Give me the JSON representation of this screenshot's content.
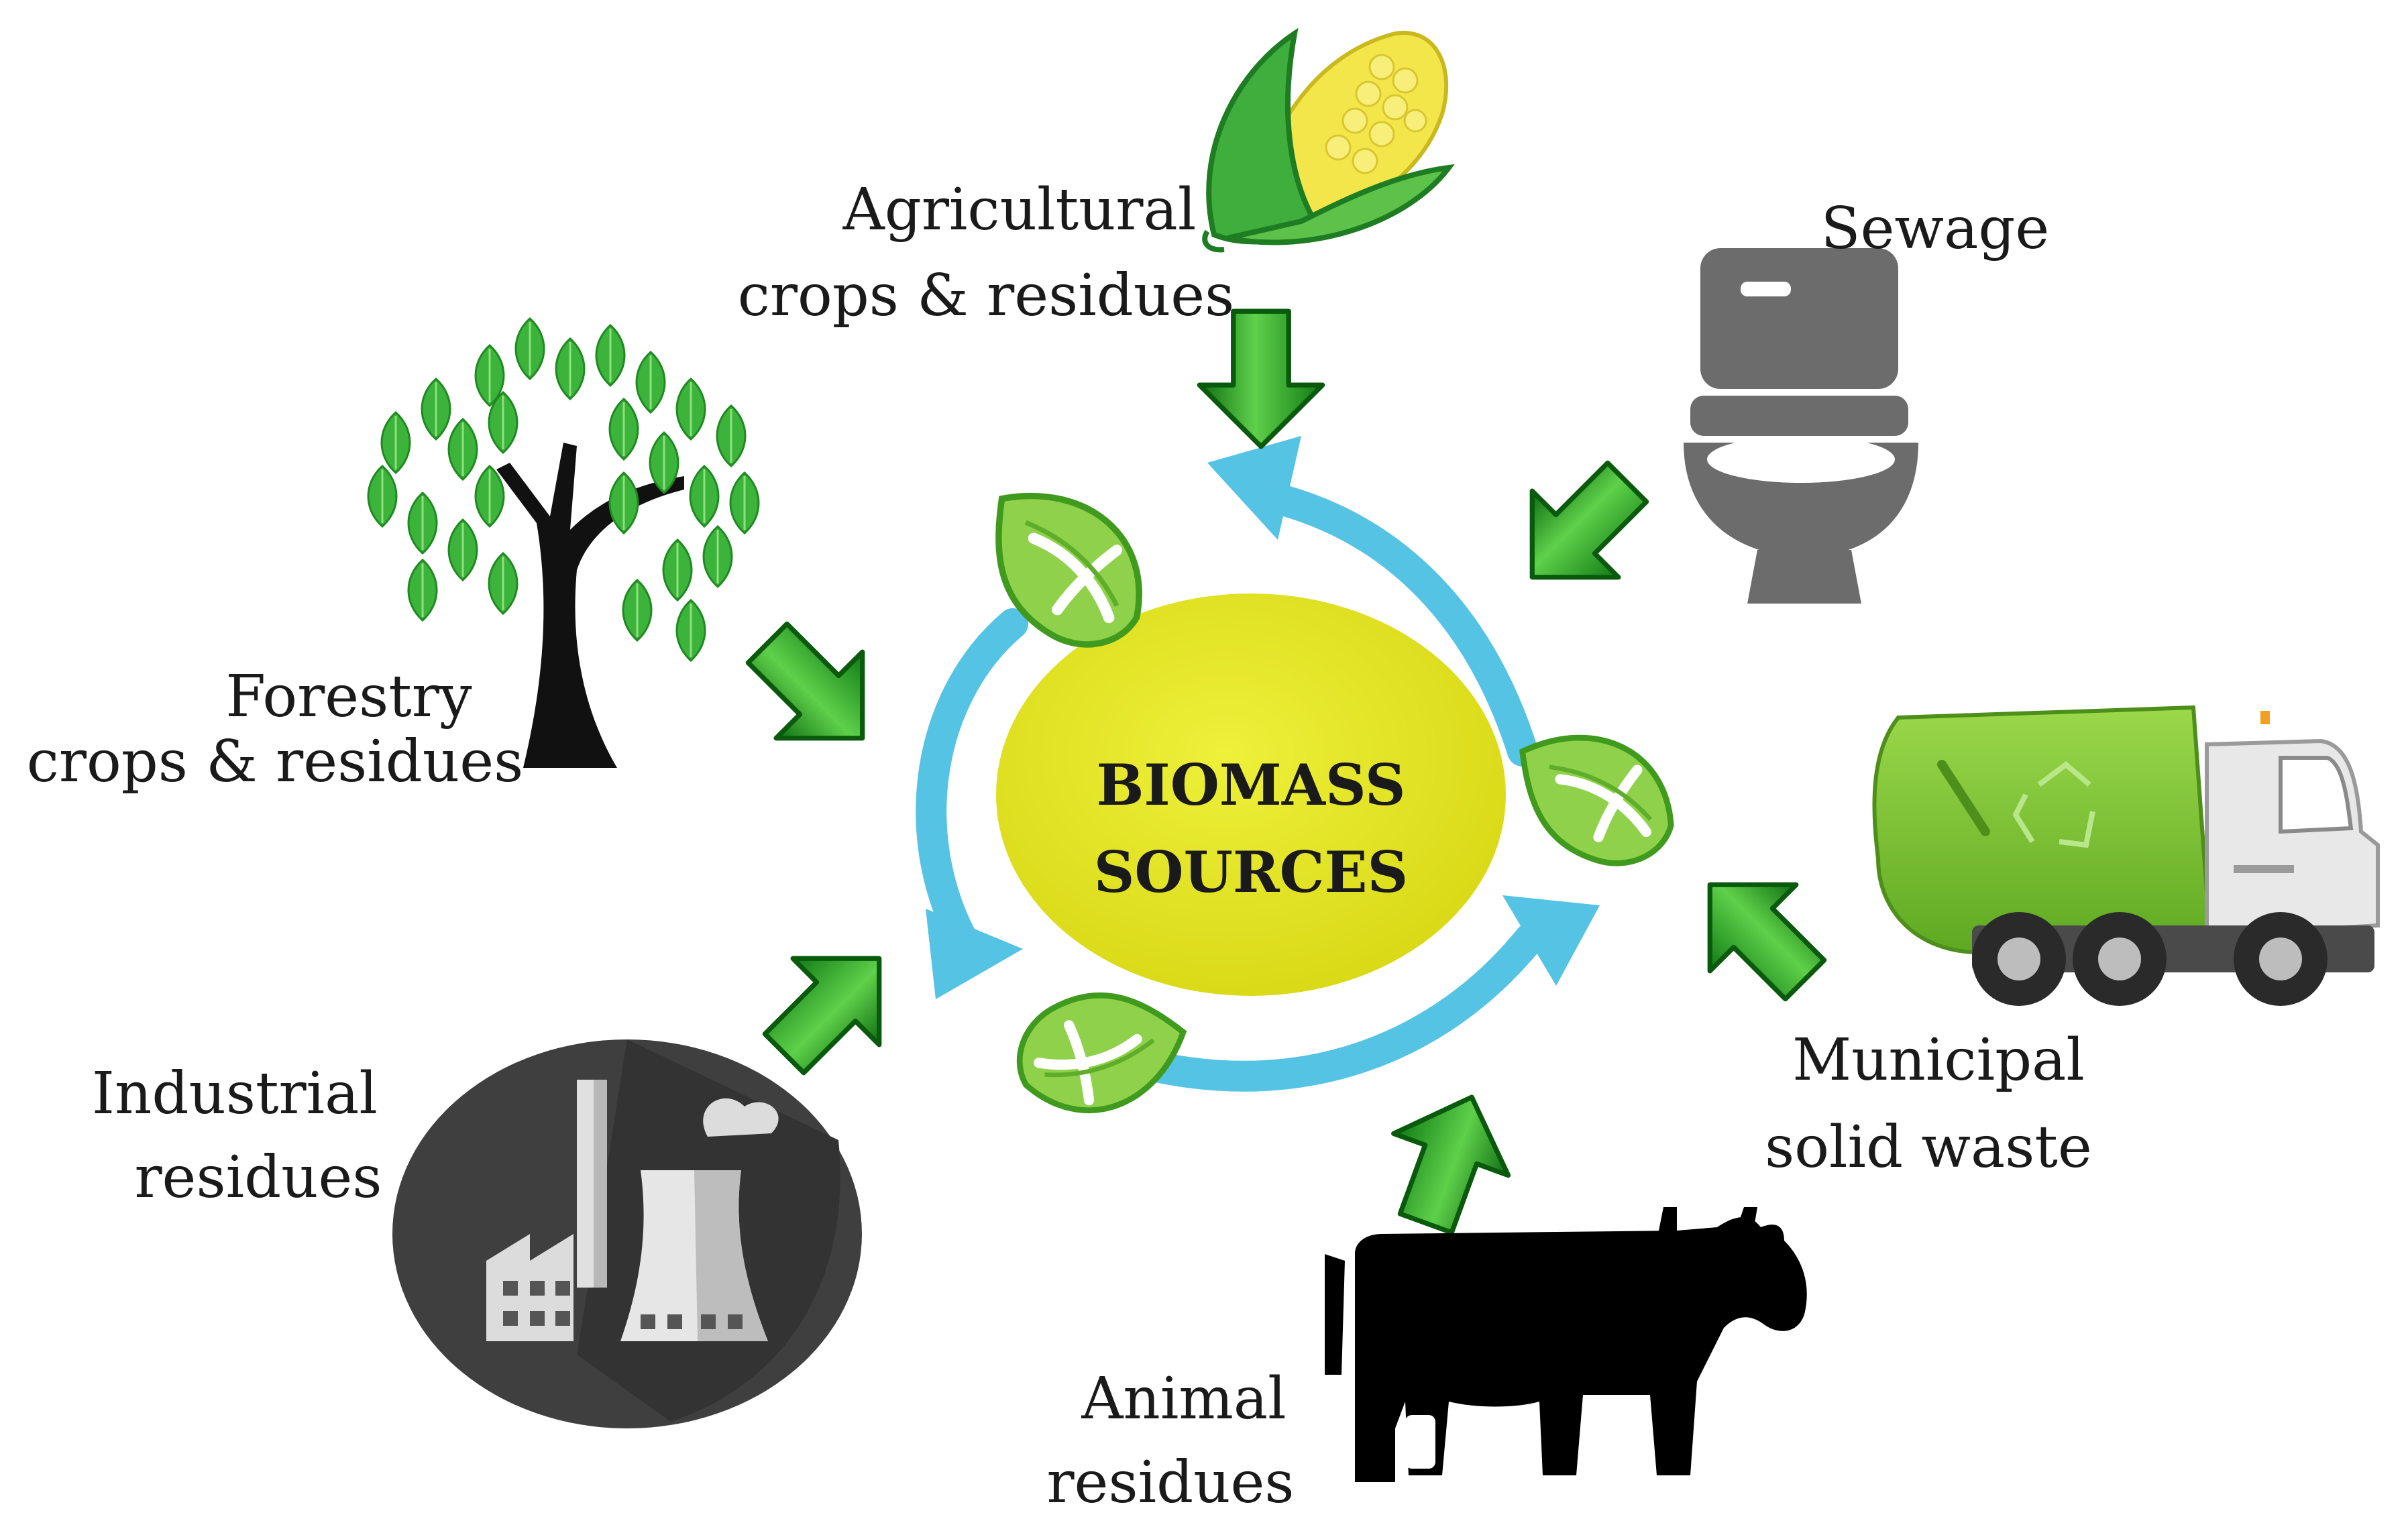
{
  "center": {
    "line1": "BIOMASS",
    "line2": "SOURCES"
  },
  "sources": {
    "agricultural": {
      "line1": "Agricultural",
      "line2": "crops & residues",
      "icon": "corn-icon"
    },
    "sewage": {
      "line1": "Sewage",
      "icon": "toilet-icon"
    },
    "forestry": {
      "line1": "Forestry",
      "line2": "crops & residues",
      "icon": "tree-icon"
    },
    "municipal": {
      "line1": "Municipal",
      "line2": "solid waste",
      "icon": "garbage-truck-icon"
    },
    "industrial": {
      "line1": "Industrial",
      "line2": "residues",
      "icon": "factory-icon"
    },
    "animal": {
      "line1": "Animal",
      "line2": "residues",
      "icon": "cow-icon"
    }
  },
  "colors": {
    "center_fill": "#e2e21a",
    "cycle_arrow": "#55c3e3",
    "green_arrow": "#22a526",
    "leaf": "#7ccc3c",
    "tree_leaf": "#3bb33b",
    "toilet": "#6c6c6c",
    "factory_bg": "#3f3f3f",
    "truck": "#82c833"
  }
}
